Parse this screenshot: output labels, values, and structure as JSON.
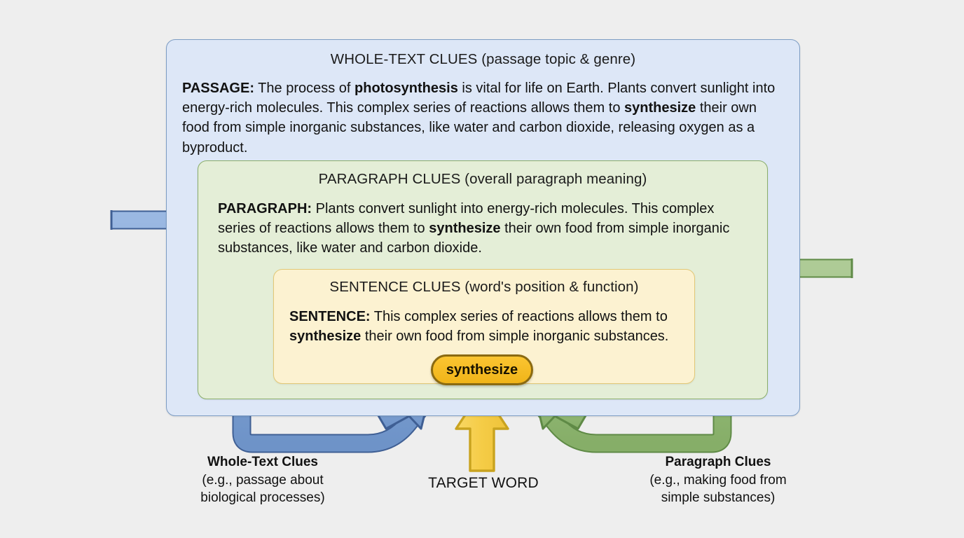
{
  "diagram": {
    "background_color": "#eeeeee",
    "target_word": "synthesize"
  },
  "whole_text": {
    "title": "WHOLE-TEXT CLUES (passage topic & genre)",
    "label": "PASSAGE:",
    "body_before_1": " The process of ",
    "bold_1": "photosynthesis",
    "body_mid": " is vital for life on Earth. Plants convert sunlight into energy-rich molecules. This complex series of reactions allows them to ",
    "bold_2": "synthesize",
    "body_after": " their own food from simple inorganic substances, like water and carbon dioxide, releasing oxygen as a byproduct.",
    "fill_color": "#dde7f7",
    "border_color": "#7d9dc4"
  },
  "paragraph": {
    "title": "PARAGRAPH CLUES (overall paragraph meaning)",
    "label": "PARAGRAPH:",
    "body_before": " Plants convert sunlight into energy-rich molecules. This complex series of reactions allows them to ",
    "bold_1": "synthesize",
    "body_after": " their own food from simple inorganic substances, like water and carbon dioxide.",
    "fill_color": "#e4eed7",
    "border_color": "#8aae6a"
  },
  "sentence": {
    "title": "SENTENCE CLUES (word's position & function)",
    "label": "SENTENCE:",
    "body_before": " This complex series of reactions allows them to ",
    "bold_1": "synthesize",
    "body_after": " their own food from simple inorganic substances.",
    "fill_color": "#fcf2d1",
    "border_color": "#e3c877"
  },
  "captions": {
    "left": {
      "title": "Whole-Text Clues",
      "line_1": "(e.g., passage about",
      "line_2": "biological processes)"
    },
    "center": {
      "title": "TARGET WORD"
    },
    "right": {
      "title": "Paragraph Clues",
      "line_1": "(e.g., making food from",
      "line_2": "simple substances)"
    }
  },
  "arrows": {
    "left_arrow_color": "#7a9fd4",
    "center_arrow_color": "#f5cc46",
    "right_arrow_color": "#8cb573"
  }
}
